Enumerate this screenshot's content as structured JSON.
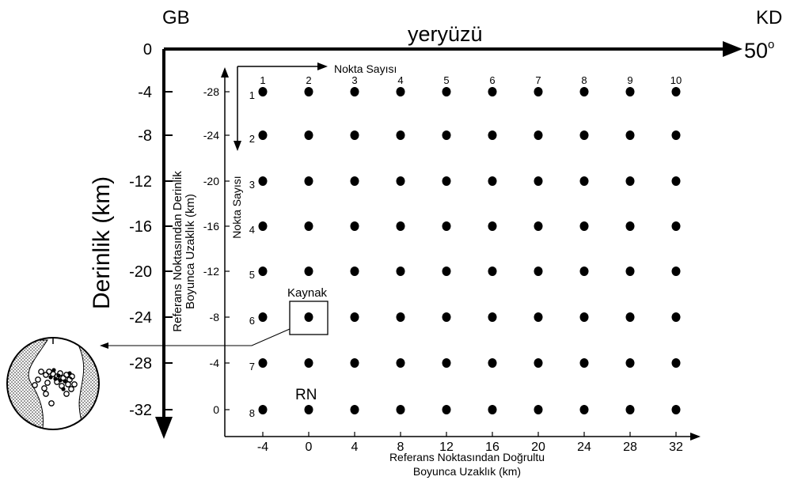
{
  "labels": {
    "gb": "GB",
    "kd": "KD",
    "surface": "yeryüzü",
    "strike": "50",
    "strike_deg": "o",
    "depth_title": "Derinlik (km)",
    "point_count_h": "Nokta Sayısı",
    "point_count_v": "Nokta Sayısı",
    "ref_depth_line1": "Referans Noktasından Derinlik",
    "ref_depth_line2": "Boyunca Uzaklık (km)",
    "ref_strike_line1": "Referans Noktasından Doğrultu",
    "ref_strike_line2": "Boyunca Uzaklık (km)",
    "source": "Kaynak",
    "rn": "RN"
  },
  "depth_axis": [
    "0",
    "-4",
    "-8",
    "-12",
    "-16",
    "-20",
    "-24",
    "-28",
    "-32"
  ],
  "ref_depth_axis": [
    "-28",
    "-24",
    "-20",
    "-16",
    "-12",
    "-8",
    "-4",
    "0"
  ],
  "ref_strike_axis": [
    "-4",
    "0",
    "4",
    "8",
    "12",
    "16",
    "20",
    "24",
    "28",
    "32"
  ],
  "column_numbers": [
    "1",
    "2",
    "3",
    "4",
    "5",
    "6",
    "7",
    "8",
    "9",
    "10"
  ],
  "row_numbers": [
    "1",
    "2",
    "3",
    "4",
    "5",
    "6",
    "7",
    "8"
  ],
  "grid": {
    "columns": 10,
    "rows": 8,
    "source_cell": {
      "column": 2,
      "row": 6
    }
  }
}
